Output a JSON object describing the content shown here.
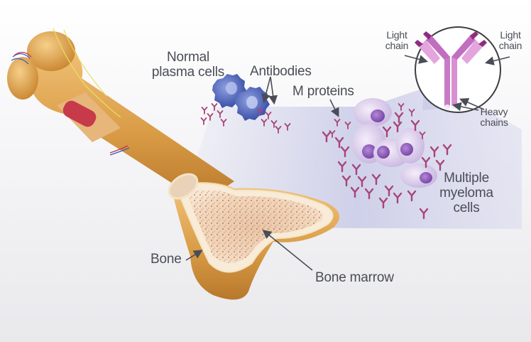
{
  "diagram": {
    "type": "medical-illustration",
    "subject": "Multiple myeloma in bone marrow",
    "labels": {
      "normal_plasma_cells": [
        "Normal",
        "plasma cells"
      ],
      "antibodies": "Antibodies",
      "m_proteins": "M proteins",
      "multiple_myeloma_cells": [
        "Multiple",
        "myeloma",
        "cells"
      ],
      "bone": "Bone",
      "bone_marrow": "Bone marrow",
      "light_chain_left": [
        "Light",
        "chain"
      ],
      "light_chain_right": [
        "Light",
        "chain"
      ],
      "heavy_chains": [
        "Heavy",
        "chains"
      ]
    },
    "colors": {
      "bone": "#d9963f",
      "bone_light": "#f0c27a",
      "marrow": "#f3d3b5",
      "plasma_cell": "#4a5fb8",
      "myeloma_cell": "#d9cbe8",
      "myeloma_nucleus": "#8a5bb5",
      "antibody": "#a8447a",
      "magnifier_beam": "#cfd1ea",
      "label_text": "#4a4d55"
    }
  }
}
